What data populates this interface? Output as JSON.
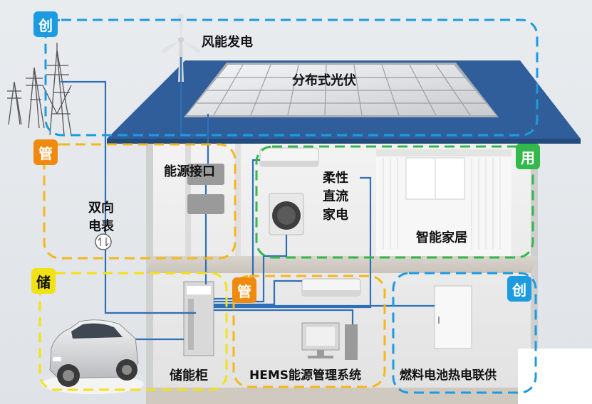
{
  "colors": {
    "chuang": "#1d9be0",
    "guan": "#ef8a0e",
    "yong": "#33b84a",
    "chu": "#f1e313",
    "roof": "#2f5e9a",
    "wire": "#2f6fb6"
  },
  "icons": [
    "power-tower-icon",
    "wind-turbine-icon",
    "solar-panel-icon",
    "meter-icon",
    "electric-car-icon",
    "air-conditioner-icon",
    "washing-machine-icon",
    "refrigerator-icon",
    "computer-icon",
    "energy-cabinet-icon"
  ],
  "badges": {
    "chuang_top": "创",
    "guan_left": "管",
    "yong": "用",
    "chu": "储",
    "guan_center": "管",
    "chuang_right": "创"
  },
  "labels": {
    "wind": "风能发电",
    "pv": "分布式光伏",
    "energy_interface": "能源接口",
    "bidirectional_meter_line1": "双向",
    "bidirectional_meter_line2": "电表",
    "flexible_dc_line1": "柔性",
    "flexible_dc_line2": "直流",
    "flexible_dc_line3": "家电",
    "smart_home": "智能家居",
    "storage_cabinet": "储能柜",
    "hems": "HEMS能源管理系统",
    "fuel_cell_chp": "燃料电池热电联供"
  }
}
